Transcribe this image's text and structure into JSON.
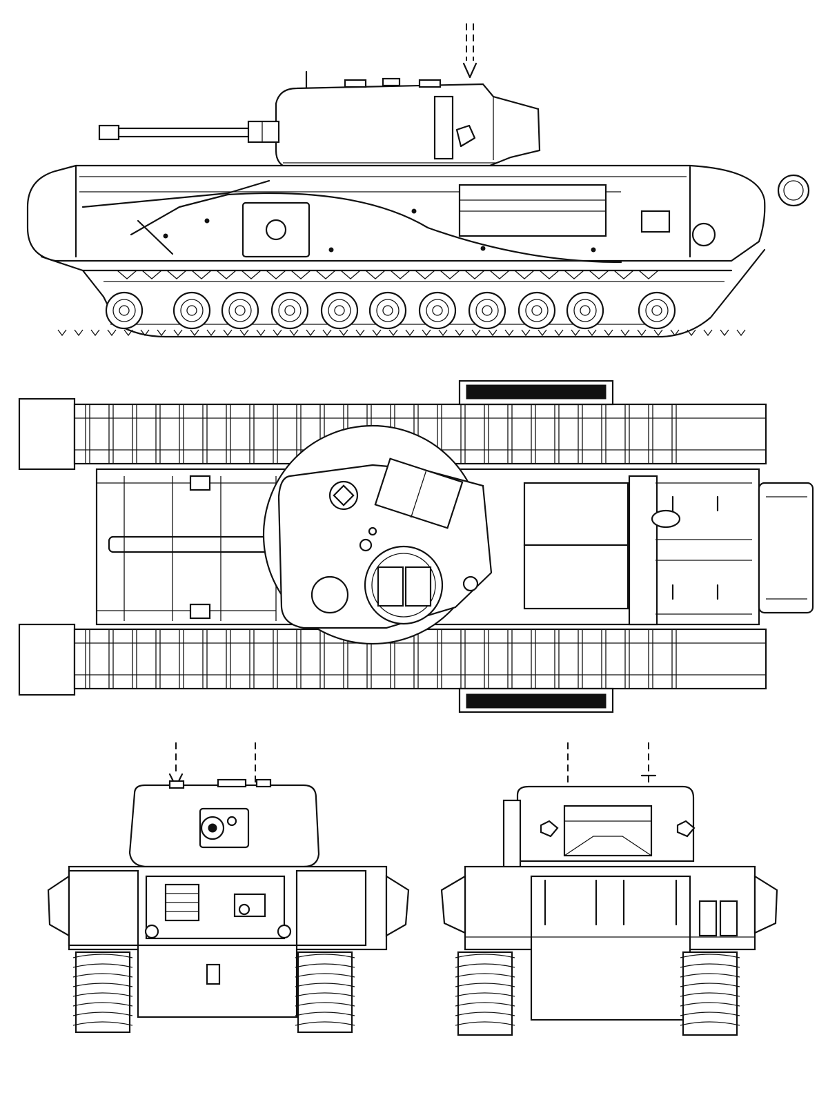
{
  "drawing": {
    "views": [
      {
        "id": "side",
        "name": "side-elevation"
      },
      {
        "id": "top",
        "name": "top-plan"
      },
      {
        "id": "front",
        "name": "front-elevation"
      },
      {
        "id": "rear",
        "name": "rear-elevation"
      }
    ],
    "colors": {
      "ink": "#111111",
      "paper": "#ffffff"
    }
  }
}
